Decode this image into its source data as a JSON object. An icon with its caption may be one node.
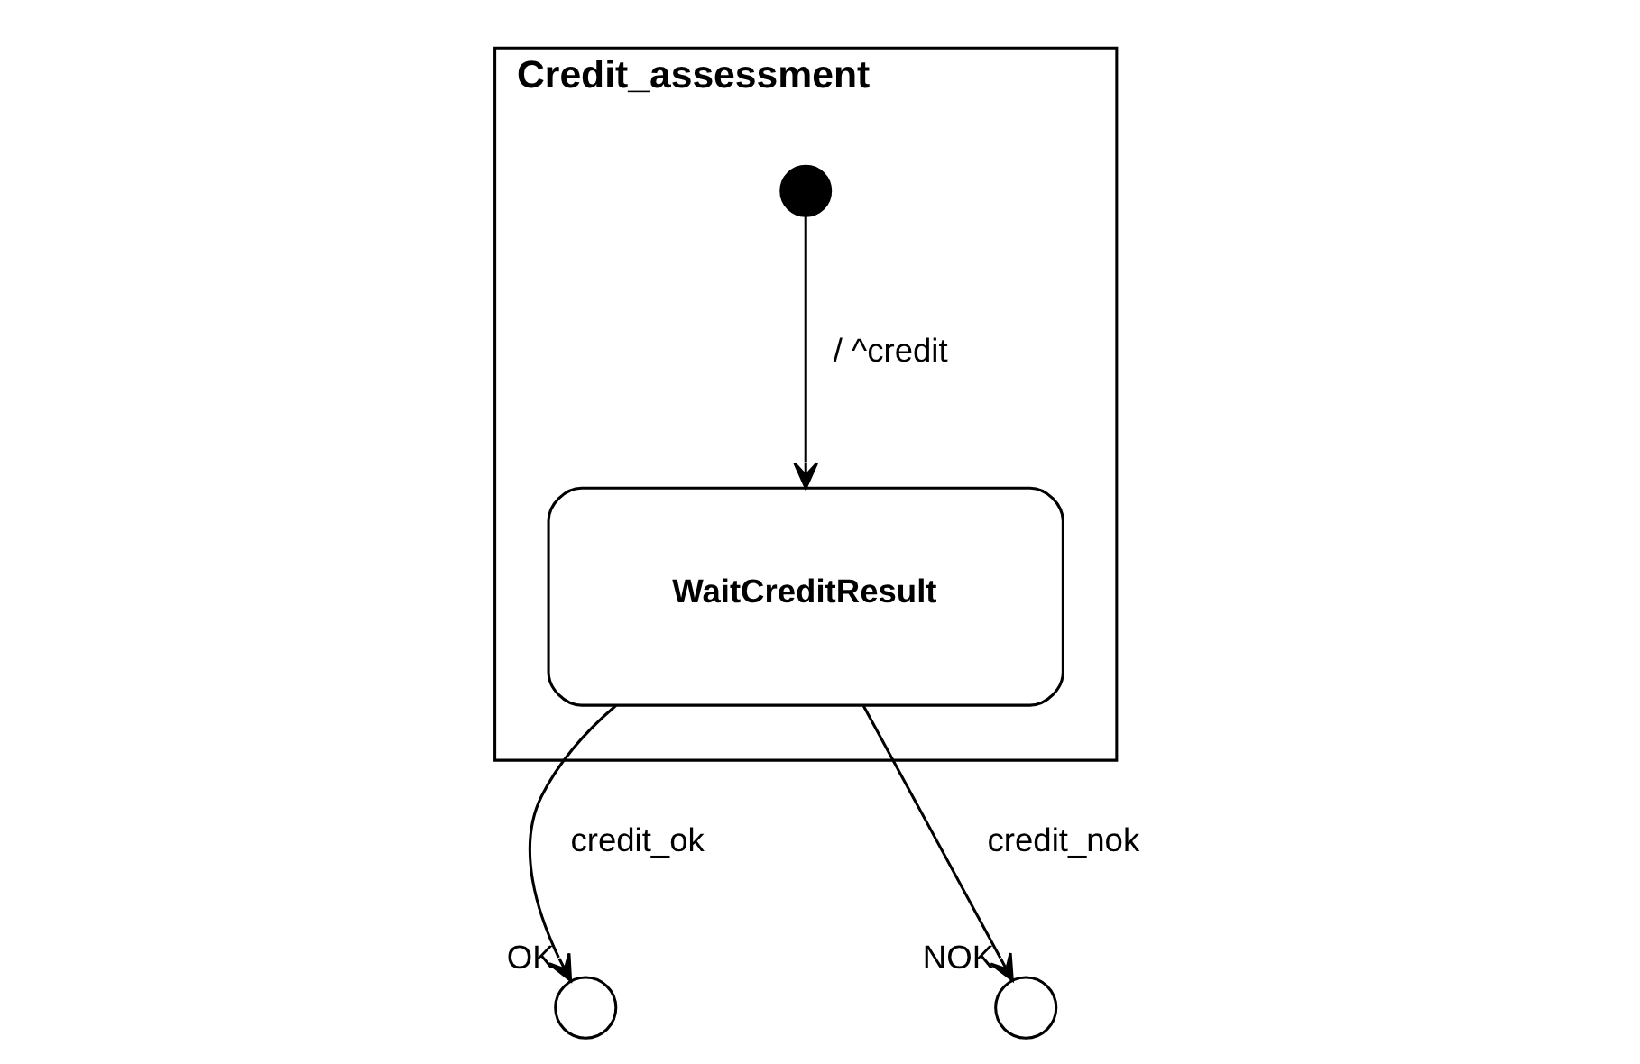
{
  "diagram": {
    "nodes": [
      {
        "text": [
          "Credit_assessment"
        ]
      },
      {
        "text": [],
        "shape": "circle",
        "in": 0
      },
      {
        "text": [
          "WaitCreditResult"
        ],
        "in": 0
      },
      {
        "text": [],
        "shape": "circle",
        "beside": [
          "OK"
        ]
      },
      {
        "text": [],
        "shape": "circle",
        "beside": [
          "NOK"
        ]
      }
    ],
    "edges": [
      {
        "from": 1,
        "to": 2,
        "arrow": "to",
        "label": "/ ^credit"
      },
      {
        "from": 2,
        "to": 3,
        "arrow": "to",
        "label": "credit_ok"
      },
      {
        "from": 2,
        "to": 4,
        "arrow": "to",
        "label": "credit_nok"
      }
    ]
  }
}
